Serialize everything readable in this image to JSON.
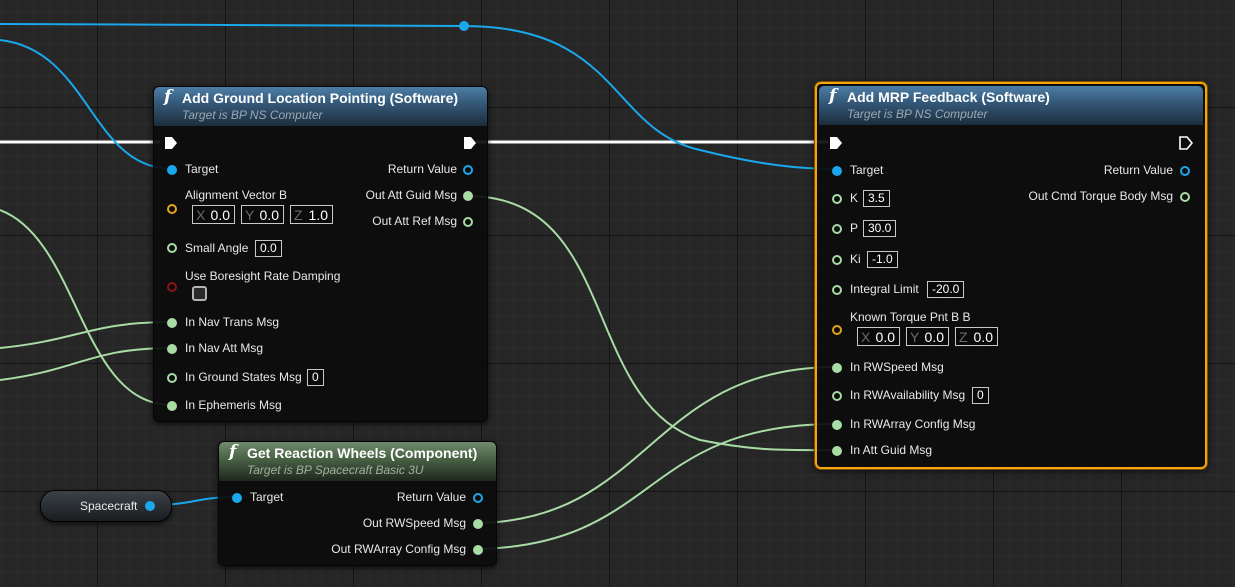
{
  "nodes": {
    "ground": {
      "title": "Add Ground Location Pointing (Software)",
      "subtitle": "Target is BP NS Computer",
      "target": "Target",
      "return_value": "Return Value",
      "alignment_vector": "Alignment Vector B",
      "align_x_axis": "X",
      "align_x": "0.0",
      "align_y_axis": "Y",
      "align_y": "0.0",
      "align_z_axis": "Z",
      "align_z": "1.0",
      "small_angle": "Small Angle",
      "small_angle_value": "0.0",
      "boresight": "Use Boresight Rate Damping",
      "in_nav_trans": "In Nav Trans Msg",
      "in_nav_att": "In Nav Att Msg",
      "in_ground_states": "In Ground States Msg",
      "in_ground_states_value": "0",
      "in_ephemeris": "In Ephemeris Msg",
      "out_att_guid": "Out Att Guid Msg",
      "out_att_ref": "Out Att Ref Msg"
    },
    "mrp": {
      "title": "Add MRP Feedback (Software)",
      "subtitle": "Target is BP NS Computer",
      "target": "Target",
      "return_value": "Return Value",
      "k": "K",
      "k_value": "3.5",
      "p": "P",
      "p_value": "30.0",
      "ki": "Ki",
      "ki_value": "-1.0",
      "integral_limit": "Integral Limit",
      "integral_limit_value": "-20.0",
      "known_torque": "Known Torque Pnt B B",
      "torque_x_axis": "X",
      "torque_x": "0.0",
      "torque_y_axis": "Y",
      "torque_y": "0.0",
      "torque_z_axis": "Z",
      "torque_z": "0.0",
      "in_rwspeed": "In RWSpeed Msg",
      "in_rwavailability": "In RWAvailability Msg",
      "in_rwavailability_value": "0",
      "in_rwarray": "In RWArray Config Msg",
      "in_att_guid": "In Att Guid Msg",
      "out_cmd_torque": "Out Cmd Torque Body Msg"
    },
    "wheels": {
      "title": "Get Reaction Wheels (Component)",
      "subtitle": "Target is BP Spacecraft Basic 3U",
      "target": "Target",
      "return_value": "Return Value",
      "out_rwspeed": "Out RWSpeed Msg",
      "out_rwarray": "Out RWArray Config Msg"
    },
    "spacecraft": {
      "label": "Spacecraft"
    }
  },
  "icons": {
    "function": "function-f-icon",
    "exec": "exec-arrow-icon",
    "pin": "pin-circle-icon"
  },
  "function_glyph": "f",
  "colors": {
    "object_pin": "#1aa7ec",
    "struct_pin": "#a8dca4",
    "vector_pin": "#e3a31a",
    "bool_pin": "#8a1414",
    "selection": "#f5a50a",
    "exec_wire": "#ffffff"
  }
}
